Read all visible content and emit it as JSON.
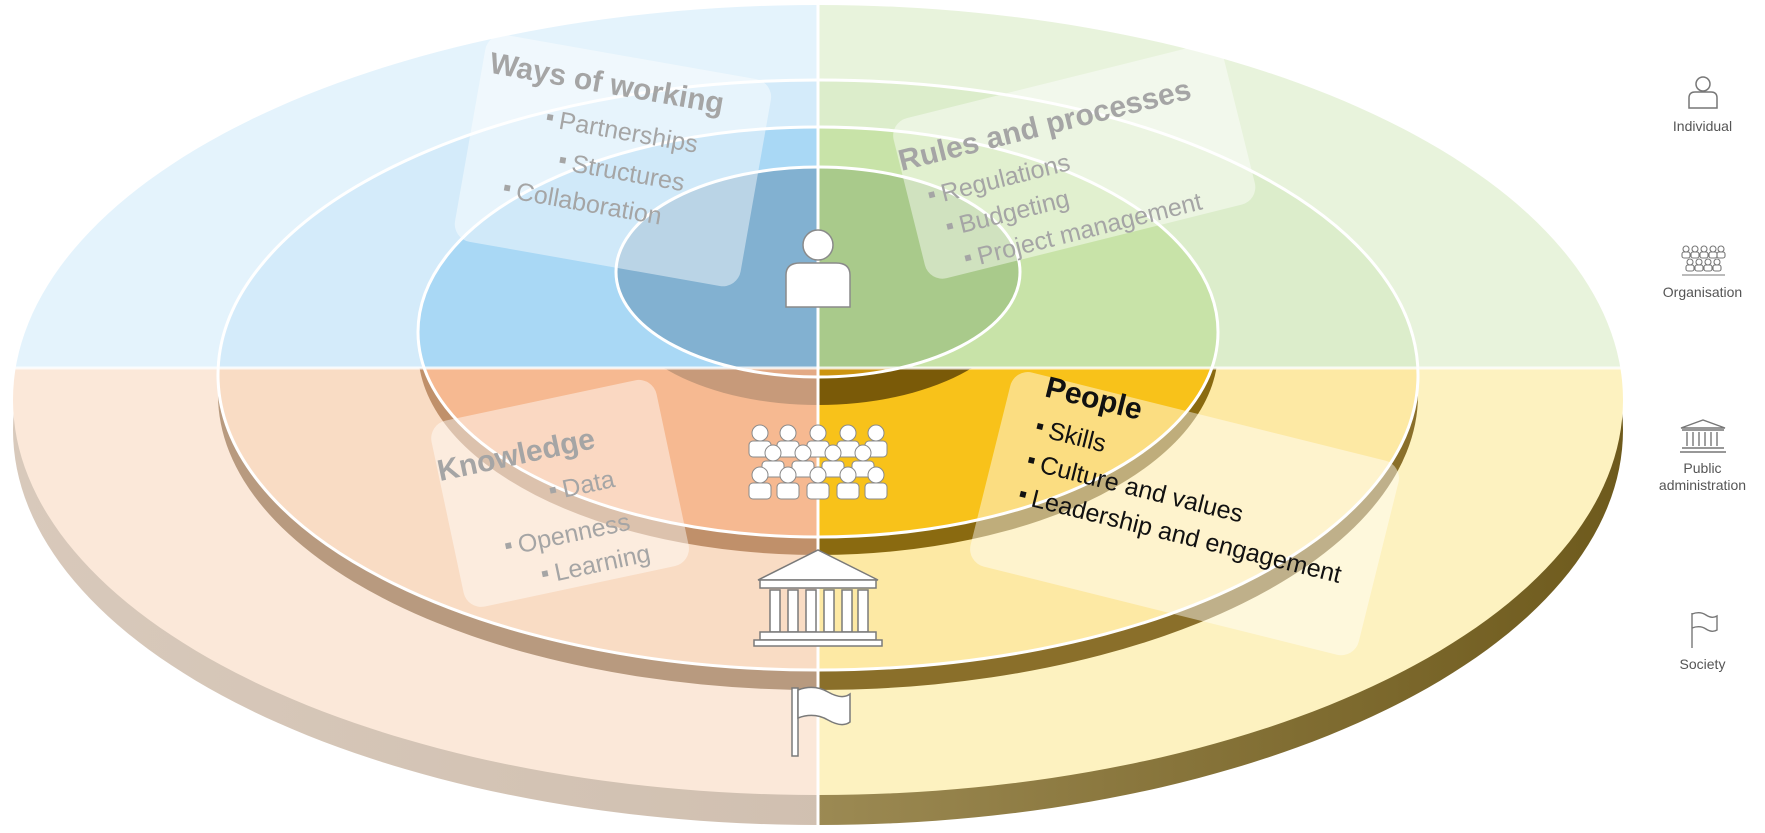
{
  "quadrants": {
    "ways_of_working": {
      "title": "Ways of working",
      "items": [
        "Partnerships",
        "Structures",
        "Collaboration"
      ]
    },
    "rules_and_processes": {
      "title": "Rules and processes",
      "items": [
        "Regulations",
        "Budgeting",
        "Project management"
      ]
    },
    "knowledge": {
      "title": "Knowledge",
      "items": [
        "Data",
        "Openness",
        "Learning"
      ]
    },
    "people": {
      "title": "People",
      "items": [
        "Skills",
        "Culture and values",
        "Leadership and engagement"
      ]
    }
  },
  "bullet": "■",
  "levels": {
    "individual": "Individual",
    "organisation": "Organisation",
    "public_administration": "Public administration",
    "society": "Society"
  },
  "legend_icons": [
    "person-icon",
    "group-icon",
    "building-icon",
    "flag-icon"
  ],
  "colors": {
    "blue": "#cfe8f8",
    "green": "#dcecc8",
    "orange": "#f8d9bf",
    "yellow": "#fde89a",
    "yellow_inner": "#f5b800",
    "orange_inner": "#f2a471"
  }
}
